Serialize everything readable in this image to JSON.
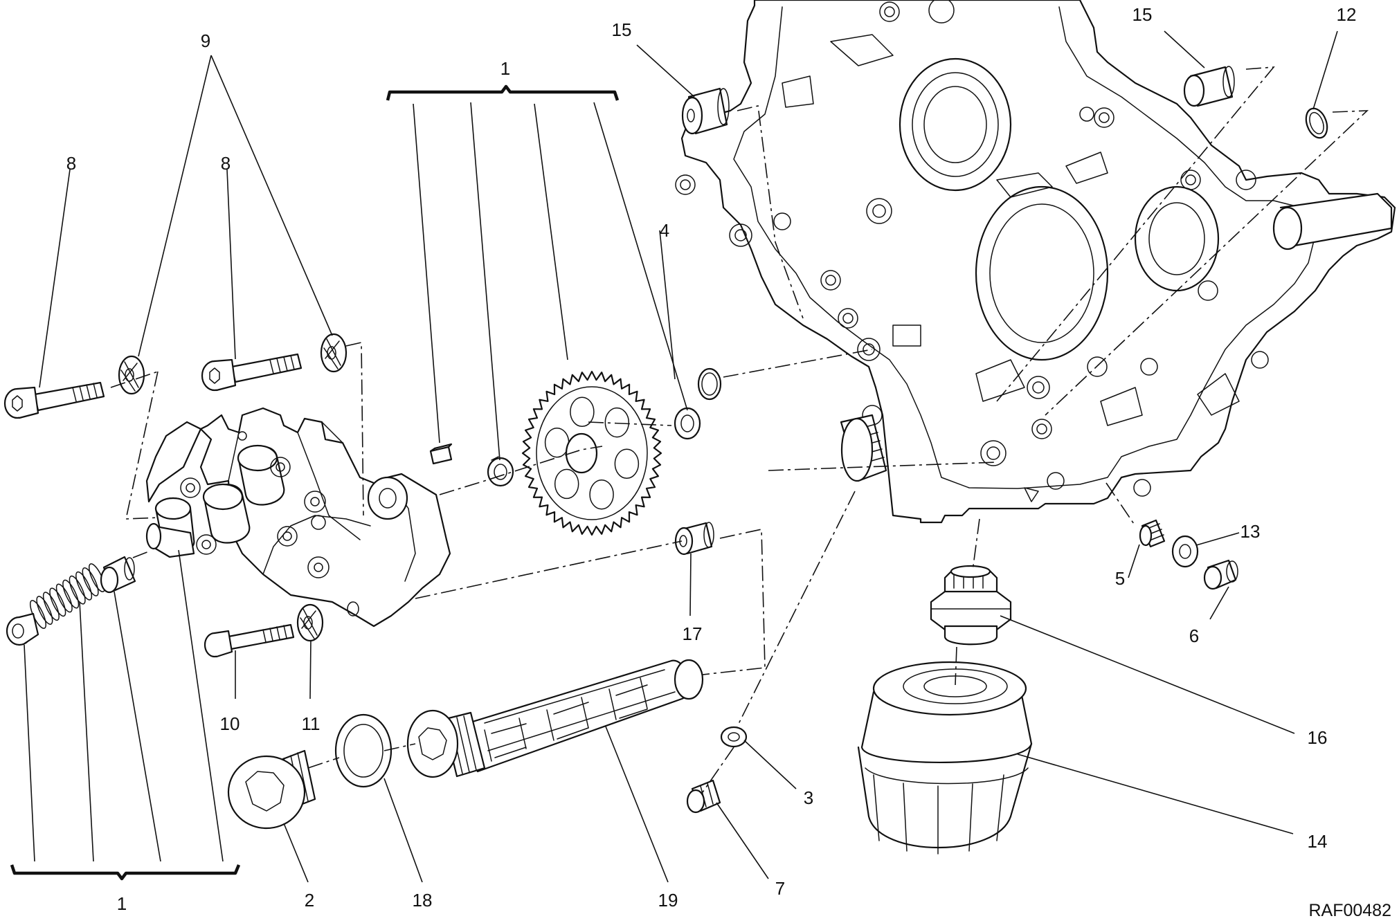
{
  "labels": {
    "kit_top": "1",
    "kit_bottom": "1",
    "plug": "2",
    "washer_3": "3",
    "oring_4": "4",
    "screw_5": "5",
    "plug_6": "6",
    "plug_7": "7",
    "bolt_8a": "8",
    "bolt_8b": "8",
    "washer_9": "9",
    "bolt_10": "10",
    "washer_11": "11",
    "oring_12": "12",
    "washer_13": "13",
    "filter_14": "14",
    "bush_15a": "15",
    "bush_15b": "15",
    "nipple_16": "16",
    "bush_17": "17",
    "seal_18": "18",
    "strainer_19": "19"
  },
  "drawing_code": "RAF00482"
}
